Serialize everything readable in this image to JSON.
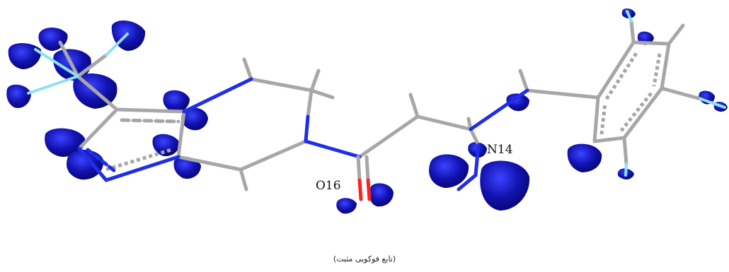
{
  "figure": {
    "atom_labels": {
      "o16": "O16",
      "n14": "N14"
    },
    "caption": "(تابع فوکویی مثبت)"
  },
  "colors": {
    "carbon_bond": "#a7a7a7",
    "nitrogen_bond": "#1f2ee8",
    "oxygen_bond": "#ff2020",
    "fluorine_bond": "#8fe0f2",
    "isosurface_lobe": "#1010a8"
  }
}
